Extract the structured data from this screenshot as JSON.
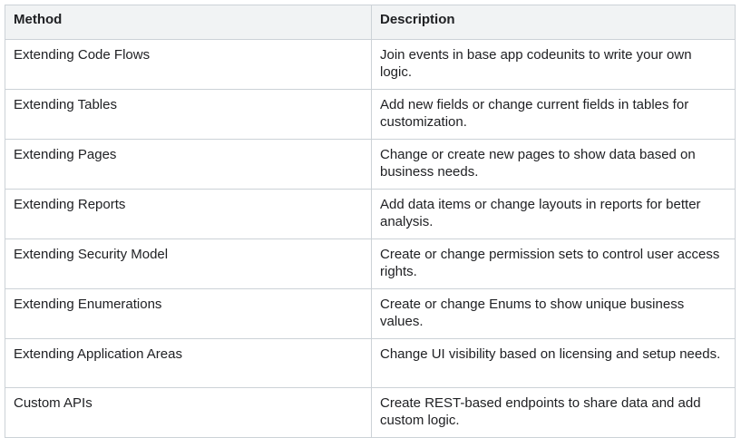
{
  "table": {
    "columns": [
      {
        "key": "method",
        "label": "Method"
      },
      {
        "key": "description",
        "label": "Description"
      }
    ],
    "rows": [
      {
        "method": "Extending Code Flows",
        "description": "Join events in base app codeunits to write your own logic."
      },
      {
        "method": "Extending Tables",
        "description": "Add new fields or change current fields in tables for customization."
      },
      {
        "method": "Extending Pages",
        "description": "Change or create new pages to show data based on business needs."
      },
      {
        "method": "Extending Reports",
        "description": "Add data items or change layouts in reports for better analysis."
      },
      {
        "method": "Extending Security Model",
        "description": "Create or change permission sets to control user access rights."
      },
      {
        "method": "Extending Enumerations",
        "description": "Create or change Enums to show unique business values."
      },
      {
        "method": "Extending Application Areas",
        "description": "Change UI visibility based on licensing and setup needs."
      },
      {
        "method": "Custom APIs",
        "description": "Create REST-based endpoints to share data and add custom logic."
      }
    ]
  },
  "colors": {
    "header_background": "#f1f3f4",
    "border": "#ccd2d7",
    "text": "#202124",
    "cell_background": "#ffffff"
  }
}
